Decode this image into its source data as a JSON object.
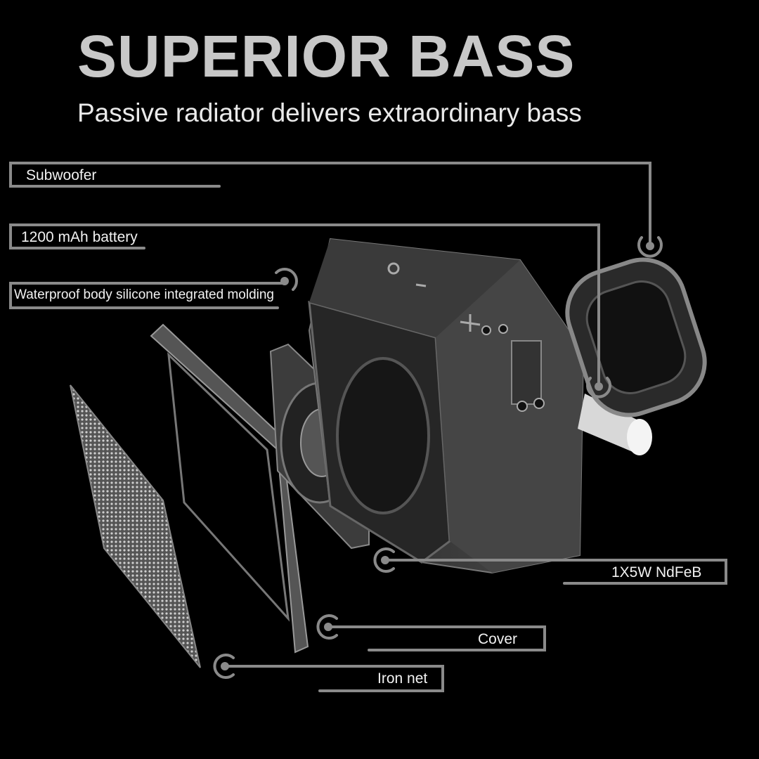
{
  "header": {
    "title": "SUPERIOR BASS",
    "subtitle": "Passive radiator delivers extraordinary bass"
  },
  "callouts": [
    {
      "label": "Subwoofer"
    },
    {
      "label": "1200 mAh battery"
    },
    {
      "label": "Waterproof body silicone integrated molding"
    },
    {
      "label": "1X5W NdFeB"
    },
    {
      "label": "Cover"
    },
    {
      "label": "Iron net"
    }
  ],
  "colors": {
    "background": "#000000",
    "title": "#c8c8c8",
    "line": "#8a8a8a",
    "body": "#3a3a3a"
  }
}
